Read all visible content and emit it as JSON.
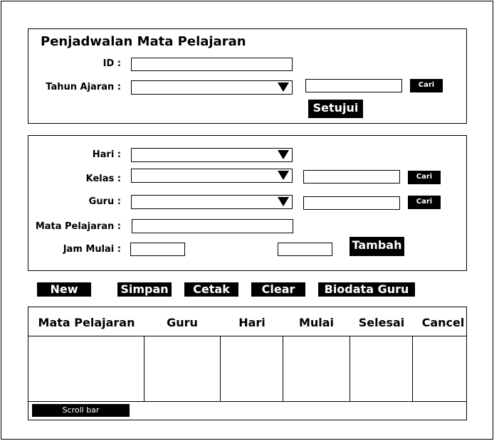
{
  "form": {
    "title": "Penjadwalan Mata Pelajaran",
    "id_label": "ID :",
    "tahun_label": "Tahun Ajaran :",
    "cari_label": "Cari",
    "setujui_label": "Setujui"
  },
  "detail": {
    "hari_label": "Hari :",
    "kelas_label": "Kelas  :",
    "guru_label": "Guru :",
    "mapel_label": "Mata Pelajaran :",
    "jam_label": "Jam Mulai :",
    "cari_label": "Cari",
    "tambah_label": "Tambah"
  },
  "actions": {
    "new": "New",
    "simpan": "Simpan",
    "cetak": "Cetak",
    "clear": "Clear",
    "biodata": "Biodata Guru"
  },
  "table": {
    "columns": [
      "Mata Pelajaran",
      "Guru",
      "Hari",
      "Mulai",
      "Selesai",
      "Cancel"
    ],
    "scrollbar_label": "Scroll bar"
  },
  "icons": {
    "dropdown": "dropdown-arrow-icon"
  }
}
